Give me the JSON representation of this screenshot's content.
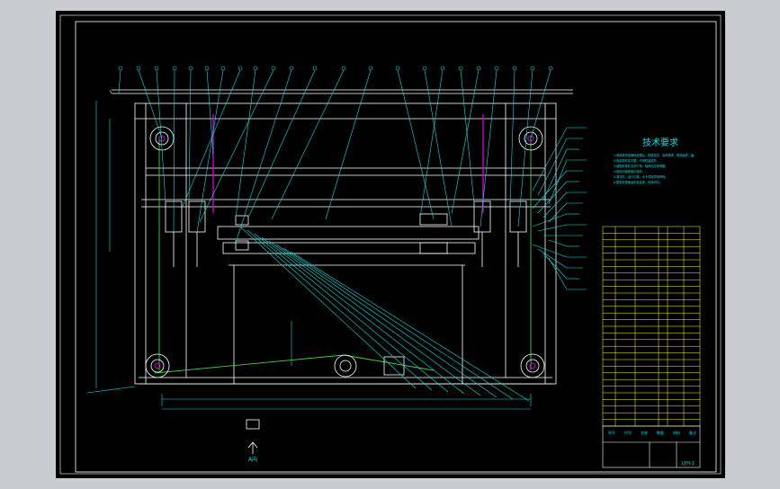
{
  "drawing": {
    "tech_title": "技术要求",
    "tech_notes": [
      "1.焊接零件经喷砂处理后，除锈至亮，涂防锈漆，再涂面漆二遍。",
      "2.各结构件应平整，不得扭曲变形。",
      "3.装配前零件清洗干净，轴承加注润滑脂。",
      "4.链轮与链条啮合良好。",
      "5.调试时，运行平稳，无卡滞及异常声响。",
      "6.整机外表面涂灰色油漆，色泽均匀。"
    ],
    "view_label": "A向",
    "title_block": {
      "row_header": [
        "序号",
        "代号",
        "名称",
        "数量",
        "材料",
        "备注"
      ],
      "drawing_no": "LYH-1"
    }
  },
  "colors": {
    "background": "#000000",
    "frame": "#ffffff",
    "geometry": "#ffffff",
    "leaders": "#00e5e5",
    "dimensions": "#00e5e5",
    "highlight": "#d000d0",
    "belt": "#3fcf3f",
    "bom_grid": "#ffff00",
    "text": "#00e5e5"
  }
}
